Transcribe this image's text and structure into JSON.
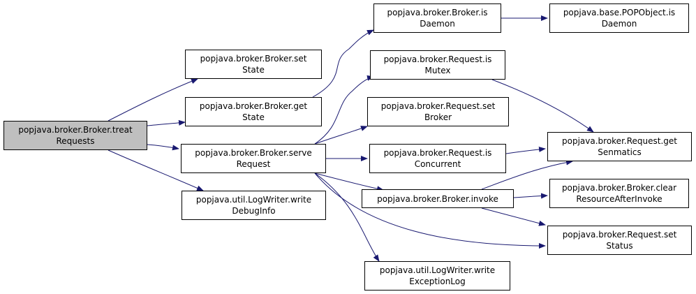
{
  "graph": {
    "edge_color": "#191970",
    "root_fill": "#bfbfbf",
    "nodes": [
      {
        "id": "treat",
        "line1": "popjava.broker.Broker.treat",
        "line2": "Requests"
      },
      {
        "id": "setState",
        "line1": "popjava.broker.Broker.set",
        "line2": "State"
      },
      {
        "id": "getState",
        "line1": "popjava.broker.Broker.get",
        "line2": "State"
      },
      {
        "id": "serve",
        "line1": "popjava.broker.Broker.serve",
        "line2": "Request"
      },
      {
        "id": "writeDebug",
        "line1": "popjava.util.LogWriter.write",
        "line2": "DebugInfo"
      },
      {
        "id": "isDaemon",
        "line1": "popjava.broker.Broker.is",
        "line2": "Daemon"
      },
      {
        "id": "popDaemon",
        "line1": "popjava.base.POPObject.is",
        "line2": "Daemon"
      },
      {
        "id": "isMutex",
        "line1": "popjava.broker.Request.is",
        "line2": "Mutex"
      },
      {
        "id": "setBroker",
        "line1": "popjava.broker.Request.set",
        "line2": "Broker"
      },
      {
        "id": "getSen",
        "line1": "popjava.broker.Request.get",
        "line2": "Senmatics"
      },
      {
        "id": "isConc",
        "line1": "popjava.broker.Request.is",
        "line2": "Concurrent"
      },
      {
        "id": "invoke",
        "line1": "popjava.broker.Broker.invoke",
        "line2": ""
      },
      {
        "id": "clearRes",
        "line1": "popjava.broker.Broker.clear",
        "line2": "ResourceAfterInvoke"
      },
      {
        "id": "setStatus",
        "line1": "popjava.broker.Request.set",
        "line2": "Status"
      },
      {
        "id": "writeExc",
        "line1": "popjava.util.LogWriter.write",
        "line2": "ExceptionLog"
      }
    ],
    "edges": [
      {
        "from": "treat",
        "to": "setState"
      },
      {
        "from": "treat",
        "to": "getState"
      },
      {
        "from": "treat",
        "to": "serve"
      },
      {
        "from": "treat",
        "to": "writeDebug"
      },
      {
        "from": "getState",
        "to": "isDaemon"
      },
      {
        "from": "isDaemon",
        "to": "popDaemon"
      },
      {
        "from": "serve",
        "to": "isMutex"
      },
      {
        "from": "serve",
        "to": "setBroker"
      },
      {
        "from": "serve",
        "to": "isConc"
      },
      {
        "from": "serve",
        "to": "invoke"
      },
      {
        "from": "serve",
        "to": "setStatus"
      },
      {
        "from": "serve",
        "to": "writeExc"
      },
      {
        "from": "isMutex",
        "to": "getSen"
      },
      {
        "from": "isConc",
        "to": "getSen"
      },
      {
        "from": "invoke",
        "to": "getSen"
      },
      {
        "from": "invoke",
        "to": "clearRes"
      },
      {
        "from": "invoke",
        "to": "setStatus"
      }
    ]
  }
}
